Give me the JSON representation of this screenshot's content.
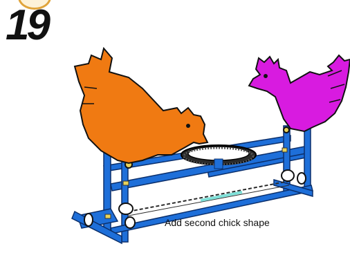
{
  "step": {
    "number": "19"
  },
  "caption": "Add second chick shape",
  "colors": {
    "orange_chick": "#f07a12",
    "magenta_chick": "#d81be0",
    "frame_blue": "#1e6fd9",
    "frame_dark": "#0b2f6b",
    "gear": "#2a2a2a",
    "drive_band": "#7fe0d8",
    "fastener": "#e8d35a"
  },
  "icons": [
    "orange-chick-shape",
    "magenta-chick-shape",
    "feeder-gear",
    "blue-frame",
    "pulley-wheel",
    "drive-band"
  ]
}
